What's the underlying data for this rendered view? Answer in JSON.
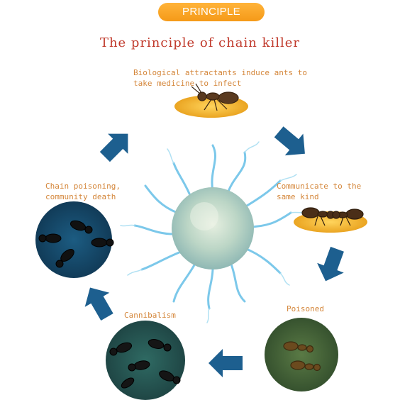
{
  "header": {
    "badge": "PRINCIPLE",
    "title": "The principle of chain killer"
  },
  "cycle": {
    "steps": [
      {
        "label": "Biological attractants induce ants to\ntake medicine to infect"
      },
      {
        "label": "Communicate to the\nsame kind"
      },
      {
        "label": "Poisoned"
      },
      {
        "label": "Cannibalism"
      },
      {
        "label": "Chain poisoning,\ncommunity death"
      }
    ]
  },
  "colors": {
    "badge": "#f7a21e",
    "title": "#c0392b",
    "label": "#d4863a",
    "arrow": "#1d5f8f",
    "bait": "#f0b22a",
    "center": "#b9d7c9",
    "tendril": "#6ec3e8"
  }
}
